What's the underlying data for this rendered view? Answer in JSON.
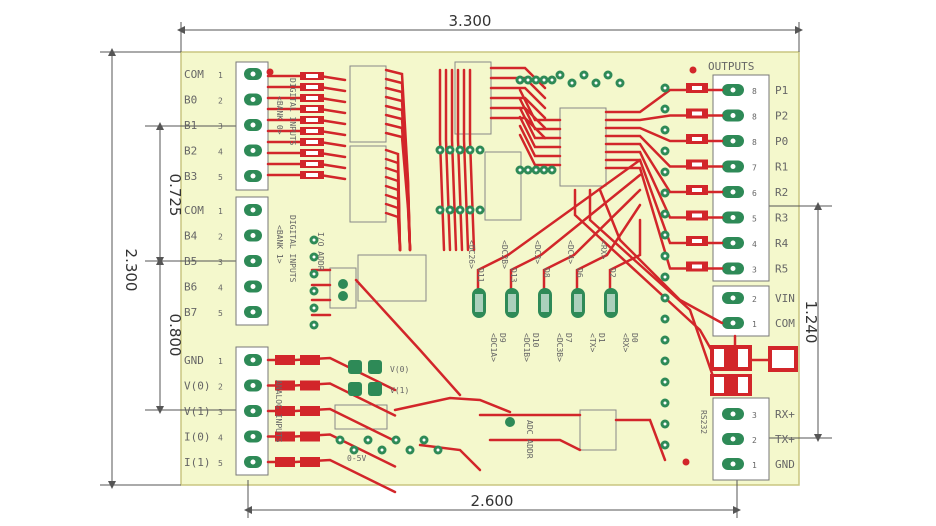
{
  "dimensions": {
    "top_width": "3.300",
    "bottom_width": "2.600",
    "left_height": "2.300",
    "left_upper": "0.725",
    "left_lower": "0.800",
    "right_height": "1.240"
  },
  "labels": {
    "outputs": "OUTPUTS",
    "digital_inputs": "DIGITAL INPUTS",
    "digital_inputs_sub": "<BANK 0>",
    "digital_inputs_2": "DIGITAL INPUTS",
    "digital_inputs_2_sub": "<BANK 1>",
    "analog_inputs": "ANALOG INPUTS",
    "io_addr": "I/O ADDR",
    "adc_addr": "ADC ADDR",
    "rs232": "RS232",
    "v0": "V(0)",
    "v1": "V(1)",
    "range": "0-5V"
  },
  "left_bank0": [
    "COM",
    "B0",
    "B1",
    "B2",
    "B3"
  ],
  "left_bank1": [
    "COM",
    "B4",
    "B5",
    "B6",
    "B7"
  ],
  "left_analog": [
    "GND",
    "V(0)",
    "V(1)",
    "I(0)",
    "I(1)"
  ],
  "pin_numbers": [
    "1",
    "2",
    "3",
    "4",
    "5"
  ],
  "right_outputs": [
    "P1",
    "P2",
    "P0",
    "R1",
    "R2",
    "R3",
    "R4",
    "R5"
  ],
  "right_output_pins": [
    "8",
    "8",
    "8",
    "7",
    "6",
    "5",
    "4",
    "3"
  ],
  "right_power": [
    "VIN",
    "COM"
  ],
  "right_power_pins": [
    "2",
    "1"
  ],
  "right_serial": [
    "RX+",
    "TX+",
    "GND"
  ],
  "right_serial_pins": [
    "3",
    "2",
    "1"
  ],
  "leds": [
    {
      "top": "D11",
      "top2": "<DC26>",
      "bottom": "D9",
      "bottom2": "<DC1A>"
    },
    {
      "top": "D13",
      "top2": "<DC2B>",
      "bottom": "D10",
      "bottom2": "<DC1B>"
    },
    {
      "top": "D8",
      "top2": "<DC3>",
      "bottom": "D7",
      "bottom2": "<DC3B>"
    },
    {
      "top": "D6",
      "top2": "<DC4>",
      "bottom": "D1",
      "bottom2": "<TX>"
    },
    {
      "top": "D2",
      "top2": "<RX>",
      "bottom": "D0",
      "bottom2": "<RX>"
    }
  ],
  "colors": {
    "trace": "#d2262a",
    "pad": "#2e8a57",
    "silk": "#666666",
    "board": "#f4f8cc",
    "board_border": "#c9c680"
  }
}
